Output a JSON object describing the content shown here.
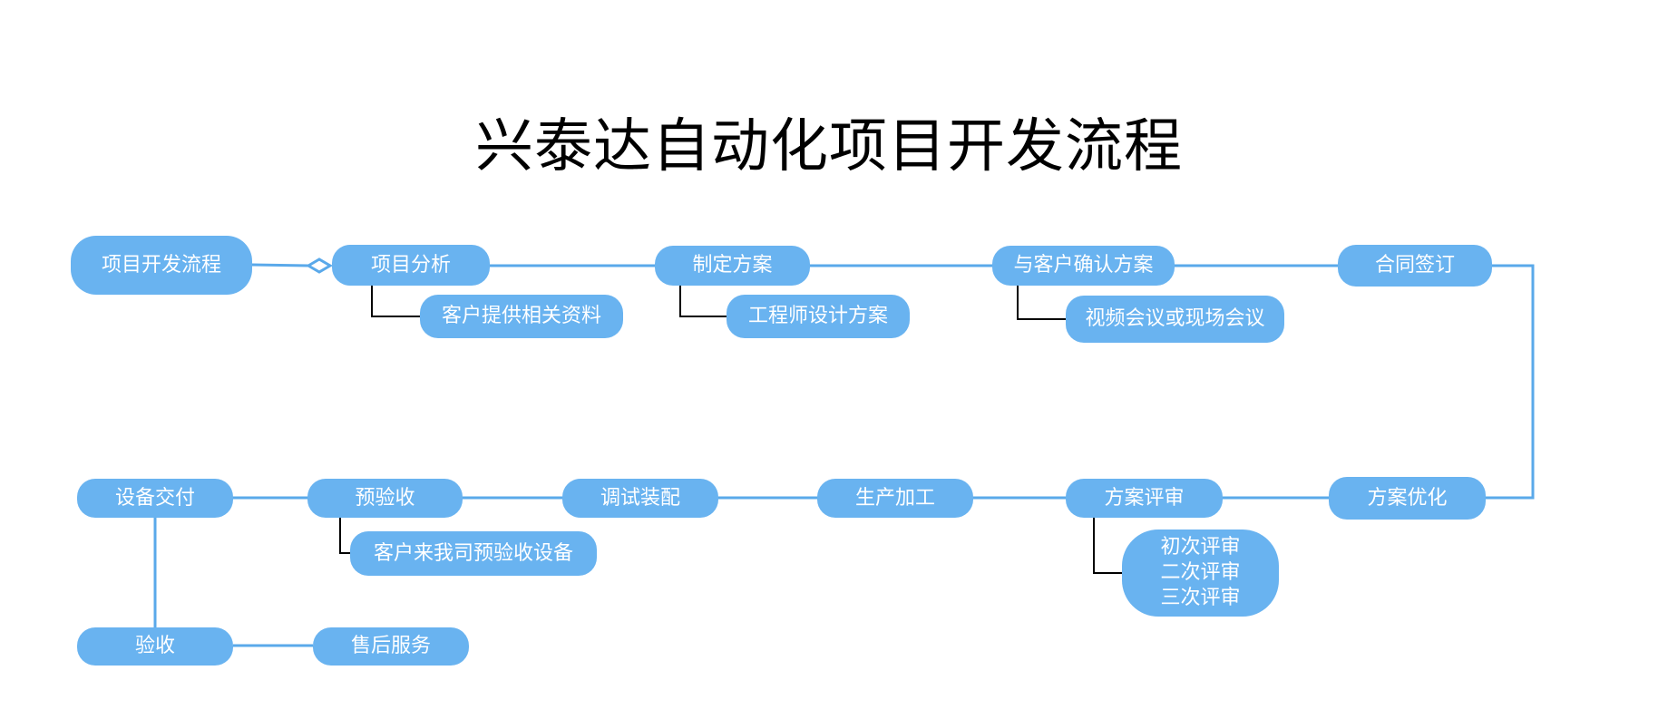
{
  "title": "兴泰达自动化项目开发流程",
  "colors": {
    "node": "#69b3f0",
    "line": "#5aa9ea",
    "branch": "#000000"
  },
  "nodes": {
    "root": "项目开发流程",
    "analysis": "项目分析",
    "analysis_sub": "客户提供相关资料",
    "plan": "制定方案",
    "plan_sub": "工程师设计方案",
    "confirm": "与客户确认方案",
    "confirm_sub": "视频会议或现场会议",
    "contract": "合同签订",
    "optimize": "方案优化",
    "review": "方案评审",
    "review_sub": [
      "初次评审",
      "二次评审",
      "三次评审"
    ],
    "production": "生产加工",
    "debug": "调试装配",
    "pre_accept": "预验收",
    "pre_accept_sub": "客户来我司预验收设备",
    "delivery": "设备交付",
    "accept": "验收",
    "after_sales": "售后服务"
  }
}
